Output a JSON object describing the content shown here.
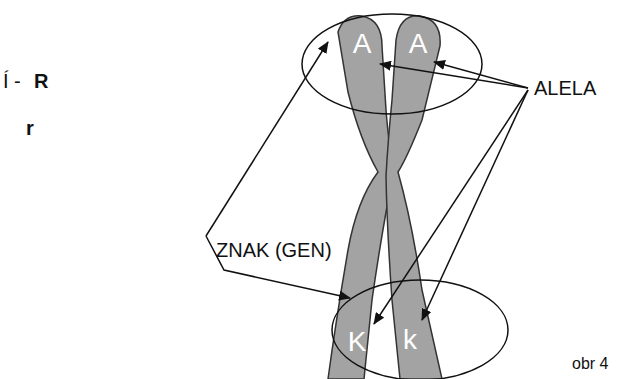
{
  "diagram": {
    "labels": [
      "Í -",
      "R",
      "r",
      "ZNAK (GEN)",
      "ALELA",
      "A",
      "A",
      "K",
      "k",
      "obr 4"
    ]
  }
}
